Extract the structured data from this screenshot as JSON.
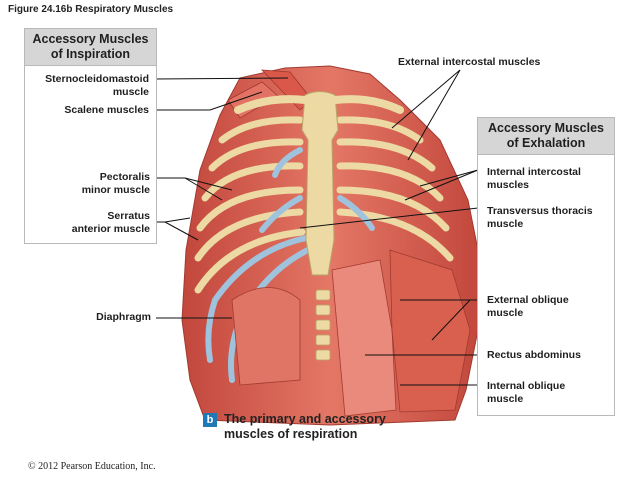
{
  "figure_label": "Figure 24.16b   Respiratory Muscles",
  "inspiration_panel": {
    "title_line1": "Accessory Muscles",
    "title_line2": "of Inspiration",
    "labels": {
      "sternocleidomastoid_1": "Sternocleidomastoid",
      "sternocleidomastoid_2": "muscle",
      "scalene": "Scalene muscles",
      "pectoralis_1": "Pectoralis",
      "pectoralis_2": "minor muscle",
      "serratus_1": "Serratus",
      "serratus_2": "anterior muscle"
    }
  },
  "exhalation_panel": {
    "title_line1": "Accessory Muscles",
    "title_line2": "of Exhalation",
    "labels": {
      "internal_intercostal_1": "Internal intercostal",
      "internal_intercostal_2": "muscles",
      "transversus_1": "Transversus thoracis",
      "transversus_2": "muscle",
      "external_oblique_1": "External oblique",
      "external_oblique_2": "muscle",
      "rectus": "Rectus abdominus",
      "internal_oblique_1": "Internal oblique",
      "internal_oblique_2": "muscle"
    }
  },
  "primary_labels": {
    "external_intercostal": "External intercostal muscles",
    "diaphragm": "Diaphragm"
  },
  "caption": {
    "badge": "b",
    "line1": "The primary and accessory",
    "line2": "muscles of respiration"
  },
  "copyright": "© 2012 Pearson Education, Inc.",
  "colors": {
    "muscle": "#d9584a",
    "muscle_light": "#ec8c7c",
    "bone": "#ecd9a3",
    "cartilage": "#9fc3dc",
    "panel_head": "#d6d6d6",
    "badge": "#1f79b6"
  }
}
